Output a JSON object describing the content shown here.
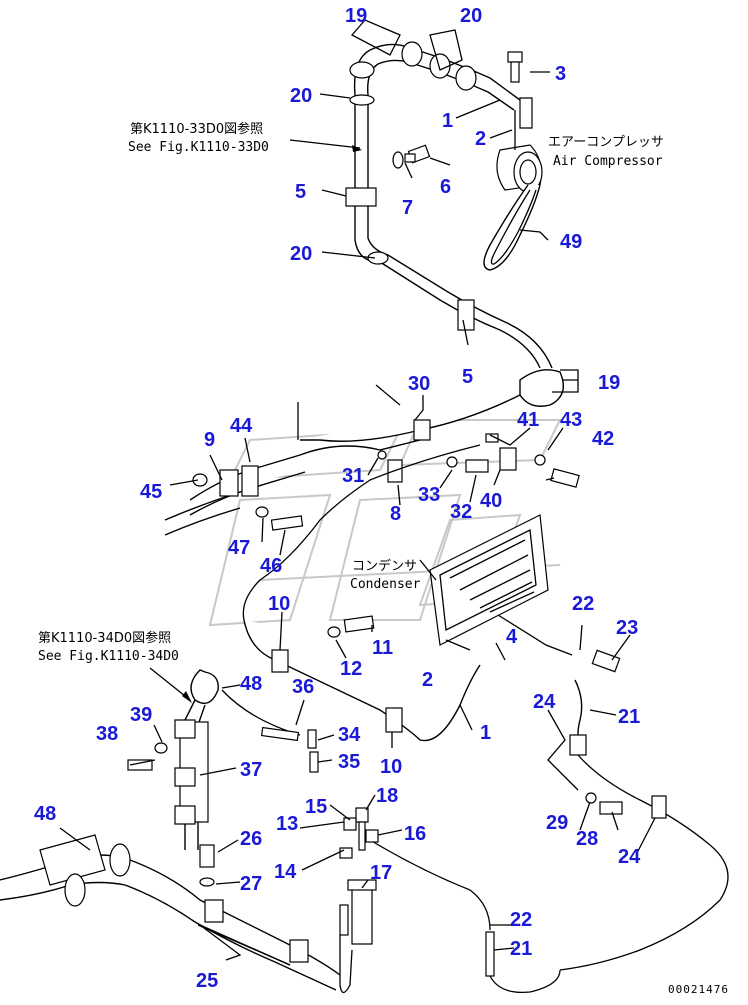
{
  "notes": {
    "ref_33_jp": "第K1110-33D0図参照",
    "ref_33_en": "See Fig.K1110-33D0",
    "ref_34_jp": "第K1110-34D0図参照",
    "ref_34_en": "See Fig.K1110-34D0",
    "compressor_jp": "エアーコンプレッサ",
    "compressor_en": "Air Compressor",
    "condenser_jp": "コンデンサ",
    "condenser_en": "Condenser"
  },
  "callouts": {
    "c1a": "1",
    "c1b": "1",
    "c2a": "2",
    "c2b": "2",
    "c3": "3",
    "c4": "4",
    "c5a": "5",
    "c5b": "5",
    "c6": "6",
    "c7": "7",
    "c8": "8",
    "c9": "9",
    "c10a": "10",
    "c10b": "10",
    "c11": "11",
    "c12": "12",
    "c13": "13",
    "c14": "14",
    "c15": "15",
    "c16": "16",
    "c17": "17",
    "c18": "18",
    "c19a": "19",
    "c19b": "19",
    "c20a": "20",
    "c20b": "20",
    "c20c": "20",
    "c21a": "21",
    "c21b": "21",
    "c22a": "22",
    "c22b": "22",
    "c23": "23",
    "c24a": "24",
    "c24b": "24",
    "c25": "25",
    "c26": "26",
    "c27": "27",
    "c28": "28",
    "c29": "29",
    "c30": "30",
    "c31": "31",
    "c32": "32",
    "c33": "33",
    "c34": "34",
    "c35": "35",
    "c36": "36",
    "c37": "37",
    "c38": "38",
    "c39": "39",
    "c40": "40",
    "c41": "41",
    "c42": "42",
    "c43": "43",
    "c44": "44",
    "c45": "45",
    "c46": "46",
    "c47": "47",
    "c48a": "48",
    "c48b": "48",
    "c49": "49"
  },
  "doc_id": "00021476",
  "colors": {
    "callout": "#1a1ad6",
    "line": "#000000",
    "watermark": "#c8c8c8"
  }
}
